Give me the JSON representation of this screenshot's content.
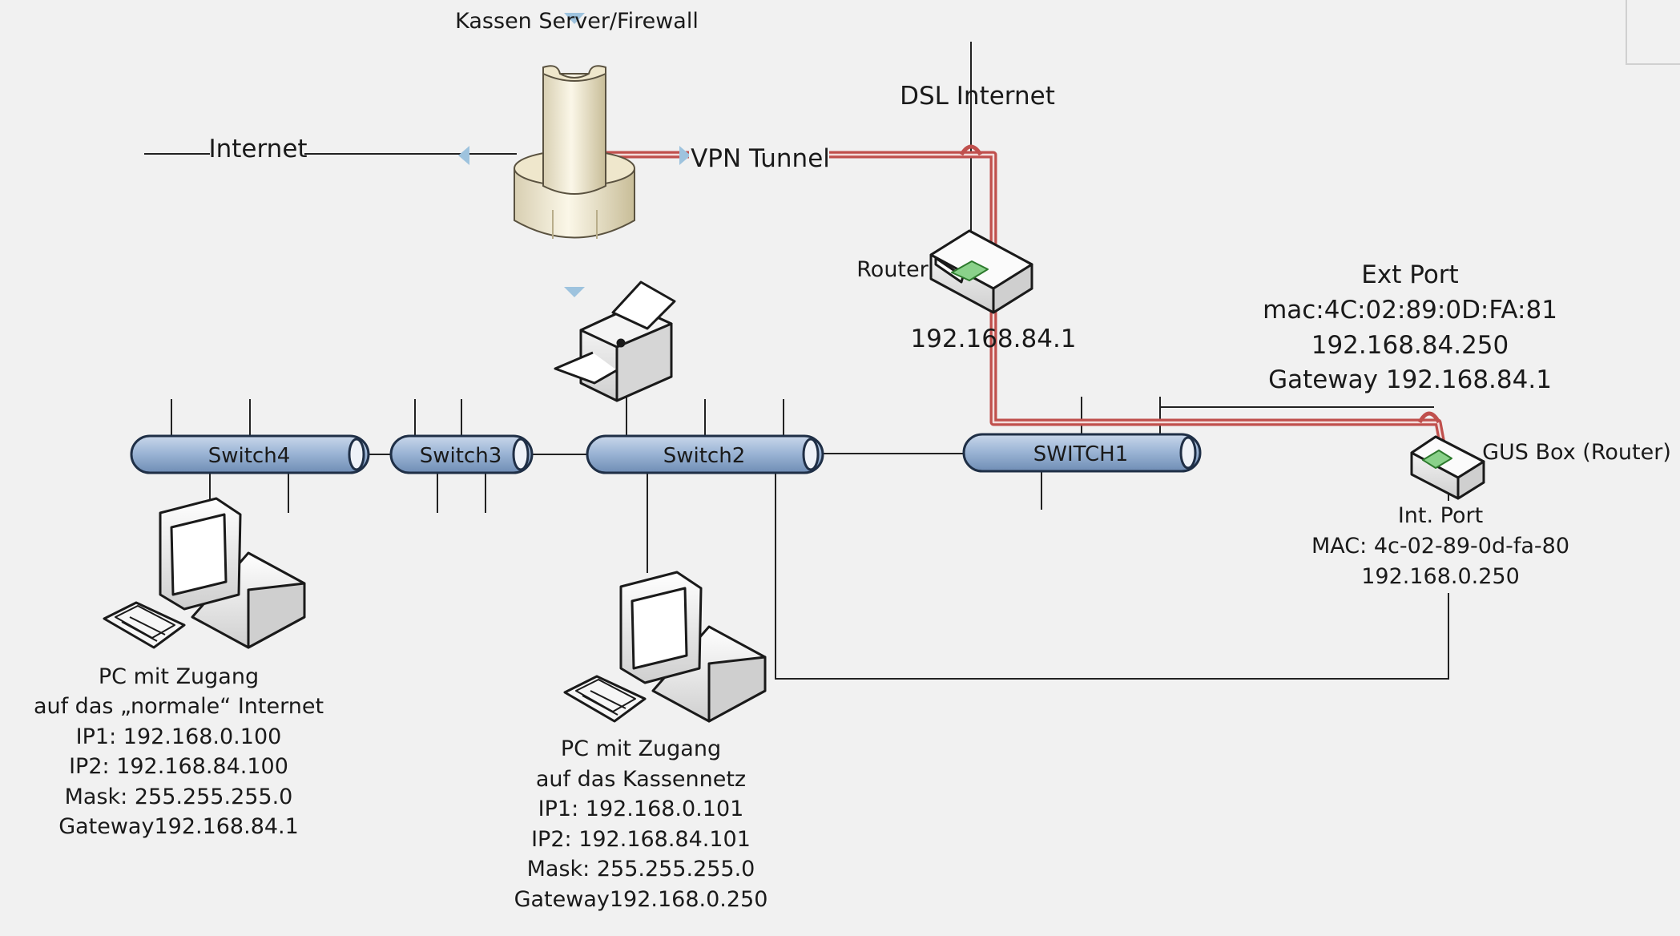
{
  "colors": {
    "background": "#f1f1f1",
    "line": "#222222",
    "vpn": "#c0504d",
    "switch_fill": "#9db6d6",
    "switch_stroke": "#1f2f46",
    "arrow": "#9ec3de"
  },
  "labels": {
    "server": "Kassen Server/Firewall",
    "internet": "Internet",
    "vpn": "VPN Tunnel",
    "dsl": "DSL Internet",
    "router": "Router",
    "router_ip": "192.168.84.1",
    "ext_port": [
      "Ext Port",
      "mac:4C:02:89:0D:FA:81",
      "192.168.84.250",
      "Gateway 192.168.84.1"
    ],
    "gus_box": "GUS Box (Router)",
    "int_port": [
      "Int. Port",
      "MAC: 4c-02-89-0d-fa-80",
      "192.168.0.250"
    ],
    "pc1": [
      "PC mit Zugang",
      "auf das „normale“ Internet",
      "IP1: 192.168.0.100",
      "IP2: 192.168.84.100",
      "Mask: 255.255.255.0",
      "Gateway192.168.84.1"
    ],
    "pc2": [
      "PC mit Zugang",
      "auf das Kassennetz",
      "IP1: 192.168.0.101",
      "IP2: 192.168.84.101",
      "Mask: 255.255.255.0",
      "Gateway192.168.0.250"
    ]
  },
  "switches": [
    "Switch4",
    "Switch3",
    "Switch2",
    "SWITCH1"
  ],
  "icons": {
    "server": "server-tower-icon",
    "printer": "printer-icon",
    "router": "router-icon",
    "gus_box": "router-icon",
    "pc": "desktop-computer-icon"
  }
}
